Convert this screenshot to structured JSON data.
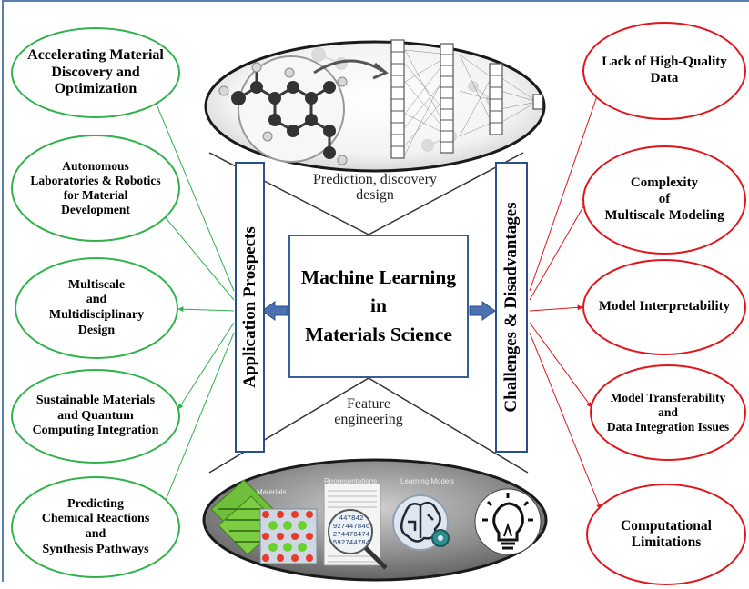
{
  "center": {
    "title": "Machine Learning\nin\nMaterials Science"
  },
  "left_panel": {
    "label": "Application    Prospects"
  },
  "right_panel": {
    "label": "Challenges  &  Disadvantages"
  },
  "top_lens": {
    "caption": "Prediction, discovery\ndesign"
  },
  "bottom_lens": {
    "caption": "Feature\nengineering",
    "panels": [
      "Materials",
      "Representations",
      "Learning Models"
    ],
    "digits": [
      "447842",
      "927447846",
      "274478474",
      "592744784"
    ]
  },
  "left_items": [
    "Accelerating Material\nDiscovery and\nOptimization",
    "Autonomous\nLaboratories & Robotics\nfor Material\nDevelopment",
    "Multiscale\nand\nMultidisciplinary\nDesign",
    "Sustainable Materials\nand Quantum\nComputing Integration",
    "Predicting\nChemical Reactions\nand\nSynthesis Pathways"
  ],
  "right_items": [
    "Lack of High-Quality\nData",
    "Complexity\nof\nMultiscale Modeling",
    "Model Interpretability",
    "Model Transferability\nand\nData Integration Issues",
    "Computational\nLimitations"
  ],
  "colors": {
    "green": "#2fb24a",
    "red": "#e0161d",
    "blue": "#365f99",
    "lens": "#6e6e6e"
  }
}
